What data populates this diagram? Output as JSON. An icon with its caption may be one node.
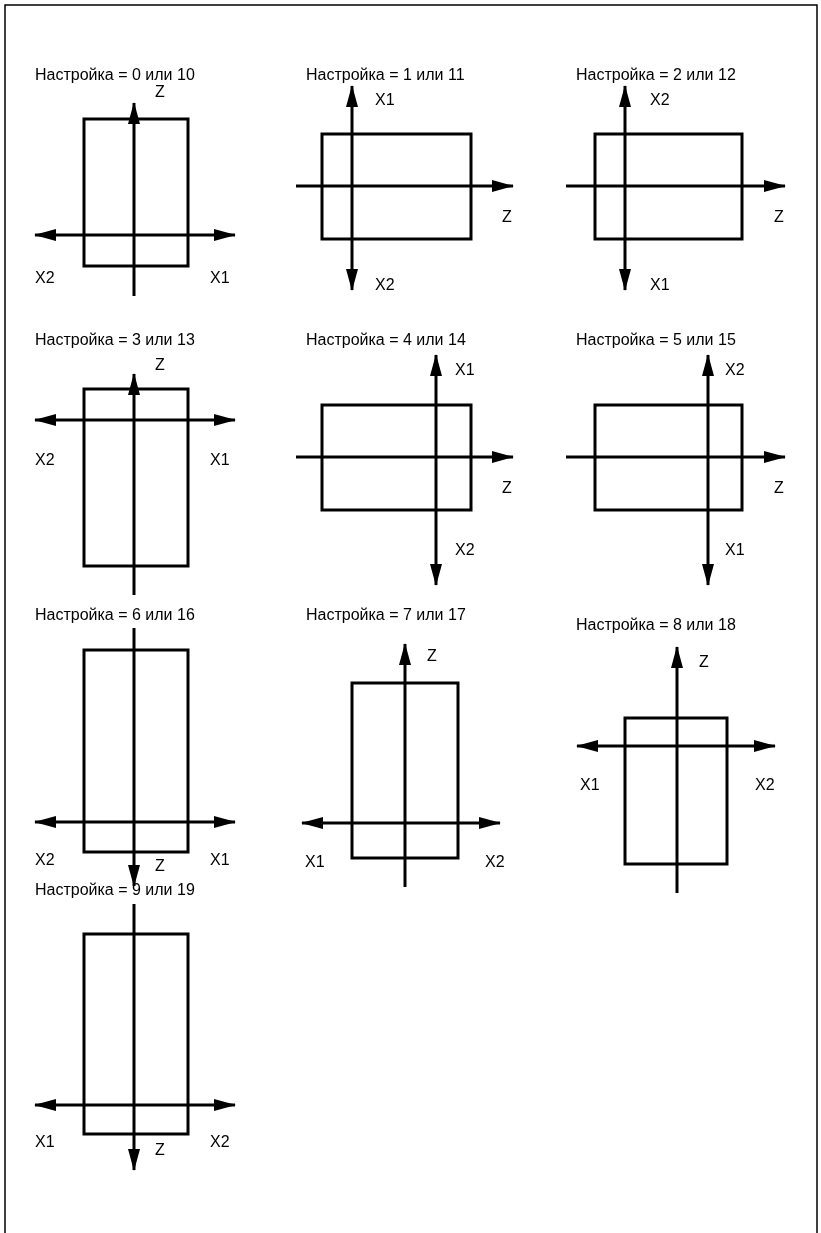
{
  "diagram": {
    "nodes": [
      {
        "text": [],
        "shape": "box"
      },
      {
        "text": [],
        "shape": "box"
      },
      {
        "text": [],
        "shape": "box"
      },
      {
        "text": [],
        "shape": "box"
      },
      {
        "text": [],
        "shape": "box"
      },
      {
        "text": [],
        "shape": "box"
      },
      {
        "text": [],
        "shape": "box"
      },
      {
        "text": [],
        "shape": "box"
      },
      {
        "text": [],
        "shape": "box"
      },
      {
        "text": [],
        "shape": "box"
      }
    ],
    "labels": [
      "Настройка = 0 или 10",
      "Z",
      "X2",
      "X1",
      "Настройка = 1 или 11",
      "X1",
      "Z",
      "X2",
      "Настройка = 2 или 12",
      "X2",
      "Z",
      "X1",
      "Настройка = 3 или 13",
      "Z",
      "X2",
      "X1",
      "Настройка = 4 или 14",
      "X1",
      "Z",
      "X2",
      "Настройка = 5 или 15",
      "X2",
      "Z",
      "X1",
      "Настройка = 6 или 16",
      "X2",
      "X1",
      "Z",
      "Настройка = 7 или 17",
      "Z",
      "X1",
      "X2",
      "Настройка = 8 или 18",
      "Z",
      "X1",
      "X2",
      "Настройка = 9 или 19",
      "X1",
      "X2",
      "Z"
    ]
  }
}
